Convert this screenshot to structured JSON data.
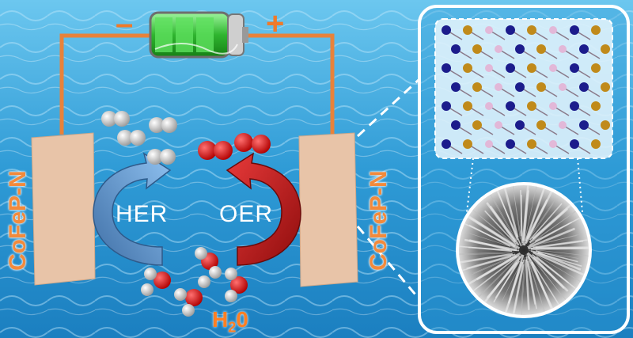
{
  "battery": {
    "minus": "–",
    "plus": "+"
  },
  "electrodes": {
    "left_label": "CoFeP-N",
    "right_label": "CoFeP-N"
  },
  "reactions": {
    "her": "HER",
    "oer": "OER"
  },
  "water": {
    "symbol": "H",
    "subscript": "2",
    "suffix": "0"
  },
  "colors": {
    "water": "#3aa3d8",
    "wire": "#e8823a",
    "electrode": "#e8c4a8",
    "her_arrow": "#6fa3d6",
    "oer_arrow": "#c41d1d",
    "hydrogen": "#d9d9d9",
    "oxygen": "#e01010",
    "battery_fill": "#3cc23c"
  },
  "icons": {
    "battery": "battery-icon",
    "lattice": "crystal-lattice",
    "micrograph": "sem-micrograph"
  }
}
